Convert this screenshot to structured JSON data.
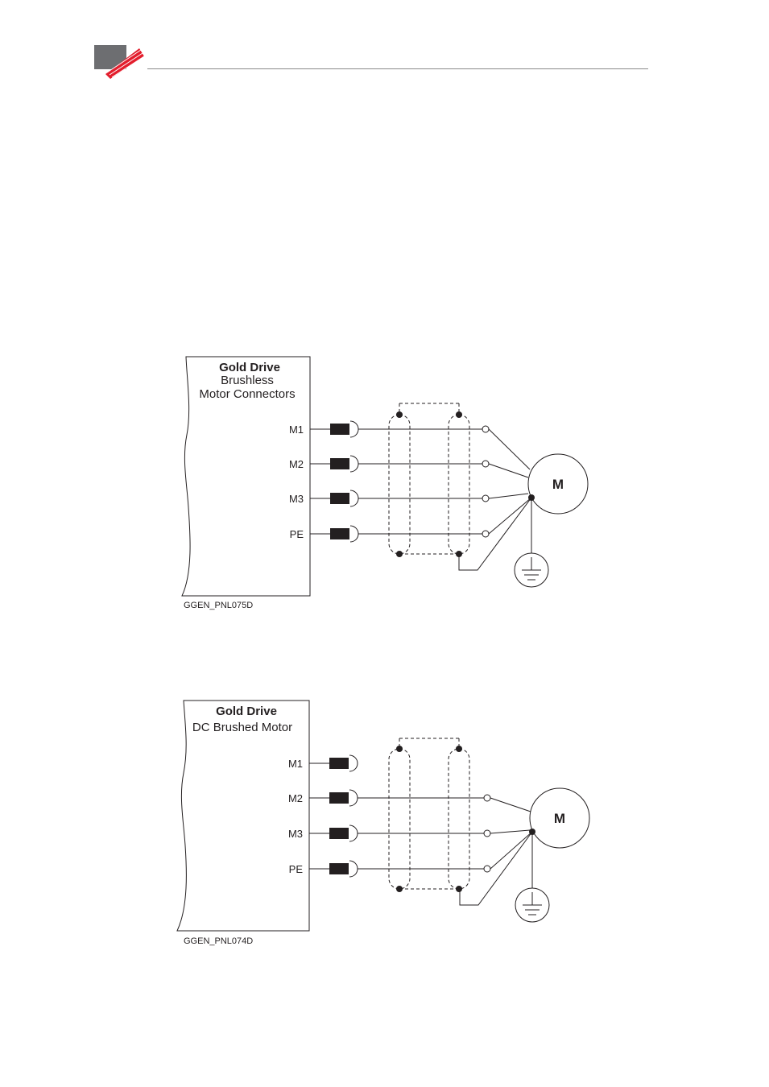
{
  "header": {
    "logo_icon": "company-logo-mark",
    "accent_color": "#e31e2d",
    "gray_color": "#6d6e71"
  },
  "diagrams": [
    {
      "title": "Gold Drive",
      "subtitle_lines": [
        "Brushless",
        "Motor Connectors"
      ],
      "pins": [
        "M1",
        "M2",
        "M3",
        "PE"
      ],
      "motor_label": "M",
      "caption": "GGEN_PNL075D"
    },
    {
      "title": "Gold Drive",
      "subtitle_lines": [
        "DC Brushed Motor"
      ],
      "pins": [
        "M1",
        "M2",
        "M3",
        "PE"
      ],
      "motor_label": "M",
      "caption": "GGEN_PNL074D"
    }
  ]
}
